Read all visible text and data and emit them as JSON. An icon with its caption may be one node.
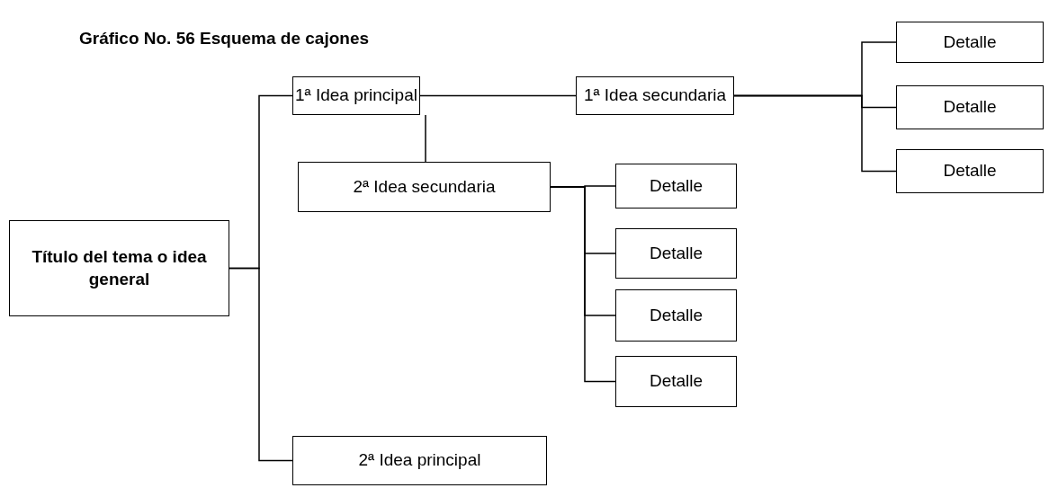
{
  "diagram": {
    "title": "Gráfico No. 56 Esquema de cajones",
    "nodes": [
      {
        "text": [
          "Título del tema o idea general"
        ]
      },
      {
        "text": [
          "1ª Idea principal"
        ]
      },
      {
        "text": [
          "1ª Idea secundaria"
        ]
      },
      {
        "text": [
          "Detalle"
        ]
      },
      {
        "text": [
          "Detalle"
        ]
      },
      {
        "text": [
          "Detalle"
        ]
      },
      {
        "text": [
          "2ª Idea secundaria"
        ]
      },
      {
        "text": [
          "Detalle"
        ]
      },
      {
        "text": [
          "Detalle"
        ]
      },
      {
        "text": [
          "Detalle"
        ]
      },
      {
        "text": [
          "Detalle"
        ]
      },
      {
        "text": [
          "2ª Idea principal"
        ]
      }
    ],
    "edges": [
      {
        "from": 0,
        "to": 1,
        "arrow": "none"
      },
      {
        "from": 0,
        "to": 11,
        "arrow": "none"
      },
      {
        "from": 1,
        "to": 2,
        "arrow": "none"
      },
      {
        "from": 2,
        "to": 3,
        "arrow": "none"
      },
      {
        "from": 2,
        "to": 4,
        "arrow": "none"
      },
      {
        "from": 2,
        "to": 5,
        "arrow": "none"
      },
      {
        "from": 1,
        "to": 6,
        "arrow": "none"
      },
      {
        "from": 6,
        "to": 7,
        "arrow": "none"
      },
      {
        "from": 6,
        "to": 8,
        "arrow": "none"
      },
      {
        "from": 6,
        "to": 9,
        "arrow": "none"
      },
      {
        "from": 6,
        "to": 10,
        "arrow": "none"
      }
    ]
  }
}
